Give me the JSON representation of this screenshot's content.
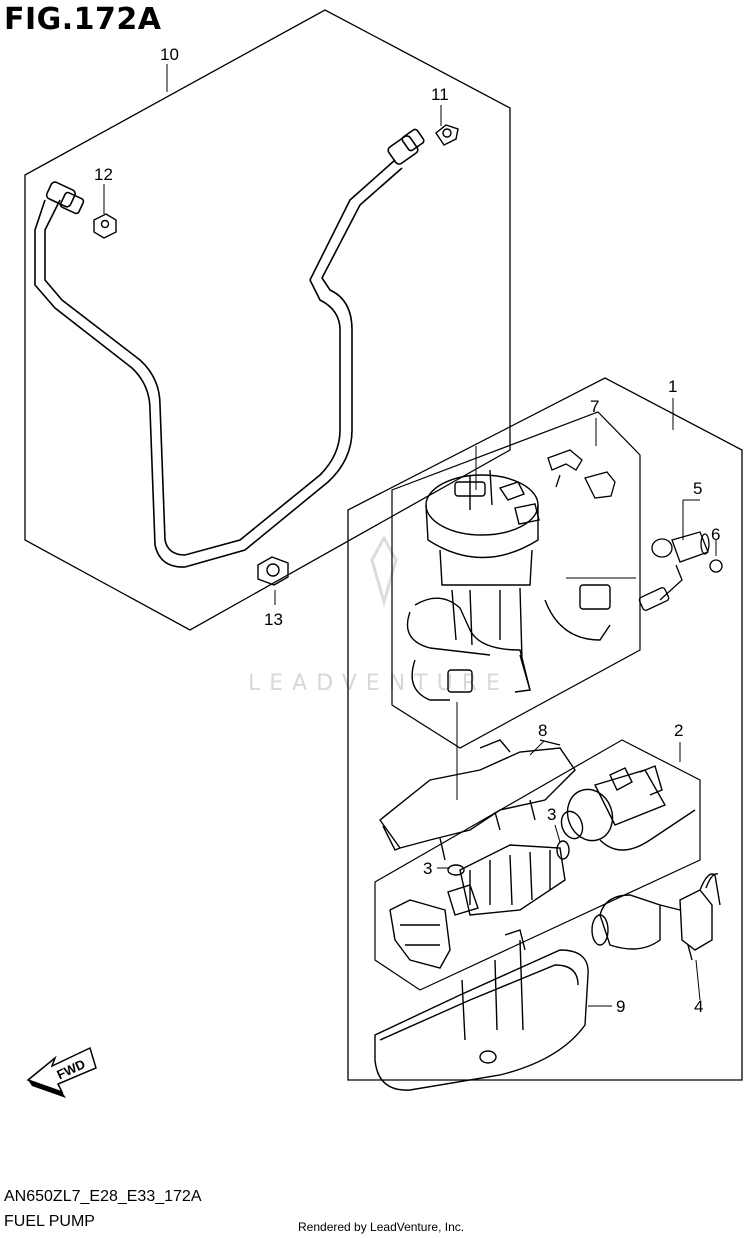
{
  "figure": {
    "title": "FIG.172A",
    "code": "AN650ZL7_E28_E33_172A",
    "name": "FUEL PUMP",
    "credit": "Rendered by LeadVenture, Inc.",
    "watermark": "LEADVENTURE"
  },
  "callouts": [
    "1",
    "2",
    "3",
    "3",
    "4",
    "5",
    "6",
    "7",
    "8",
    "9",
    "10",
    "11",
    "12",
    "13"
  ],
  "arrow": {
    "label": "FWD"
  }
}
